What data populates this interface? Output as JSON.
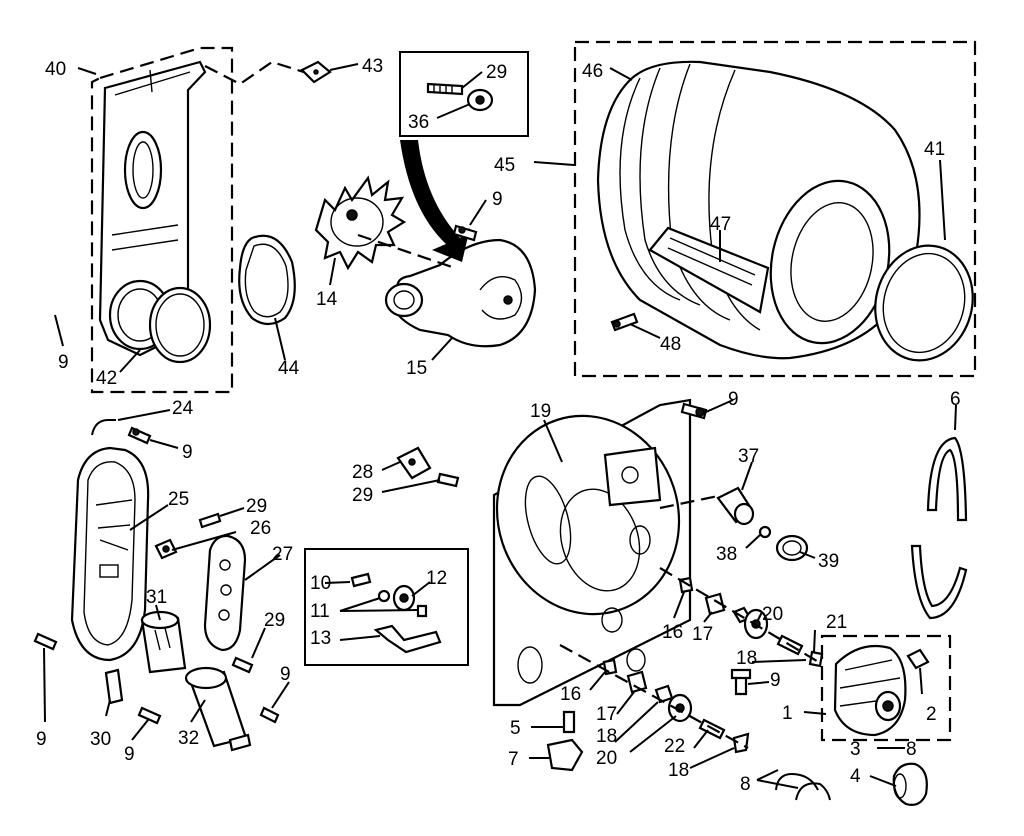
{
  "labels": {
    "p40": "40",
    "p43": "43",
    "p29a": "29",
    "p36": "36",
    "p46": "46",
    "p45": "45",
    "p41": "41",
    "p47": "47",
    "p9a": "9",
    "p14": "14",
    "p48": "48",
    "p9b": "9",
    "p42": "42",
    "p44": "44",
    "p15": "15",
    "p24": "24",
    "p9c": "9",
    "p19": "19",
    "p9d": "9",
    "p6": "6",
    "p28": "28",
    "p29b": "29",
    "p37": "37",
    "p25": "25",
    "p29c": "29",
    "p26": "26",
    "p27": "27",
    "p38": "38",
    "p39": "39",
    "p31": "31",
    "p10": "10",
    "p12": "12",
    "p11": "11",
    "p16a": "16",
    "p17a": "17",
    "p20a": "20",
    "p21": "21",
    "p13": "13",
    "p29d": "29",
    "p18a": "18",
    "p9e": "9",
    "p9f": "9",
    "p16b": "16",
    "p1": "1",
    "p2": "2",
    "p9g": "9",
    "p30": "30",
    "p9h": "9",
    "p32": "32",
    "p5": "5",
    "p17b": "17",
    "p18b": "18",
    "p20b": "20",
    "p22": "22",
    "p3": "3",
    "p8a": "8",
    "p7": "7",
    "p18c": "18",
    "p8b": "8",
    "p4": "4"
  }
}
